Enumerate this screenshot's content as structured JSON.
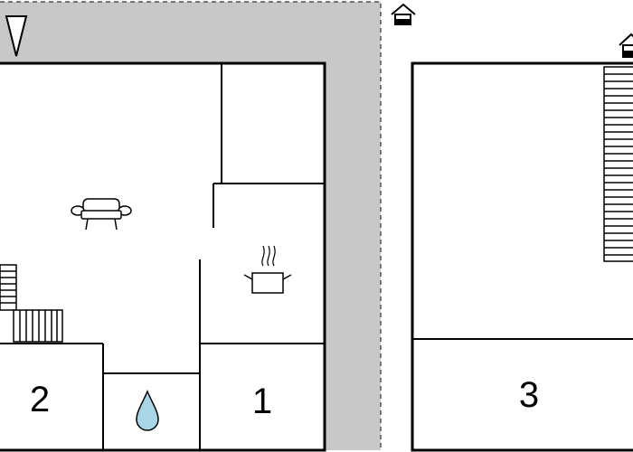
{
  "floor_plan": {
    "rooms": [
      {
        "id": "bedroom-1",
        "label": "1"
      },
      {
        "id": "bedroom-2",
        "label": "2"
      },
      {
        "id": "bedroom-3",
        "label": "3"
      }
    ],
    "icons": [
      "north-arrow-icon",
      "sofa-icon",
      "cooking-pot-icon",
      "water-drop-icon",
      "house-icon",
      "stairs-icon"
    ],
    "colors": {
      "terrace_fill": "#c8c8c8",
      "walls": "#000000",
      "water_drop": "#a9d6e5"
    }
  }
}
